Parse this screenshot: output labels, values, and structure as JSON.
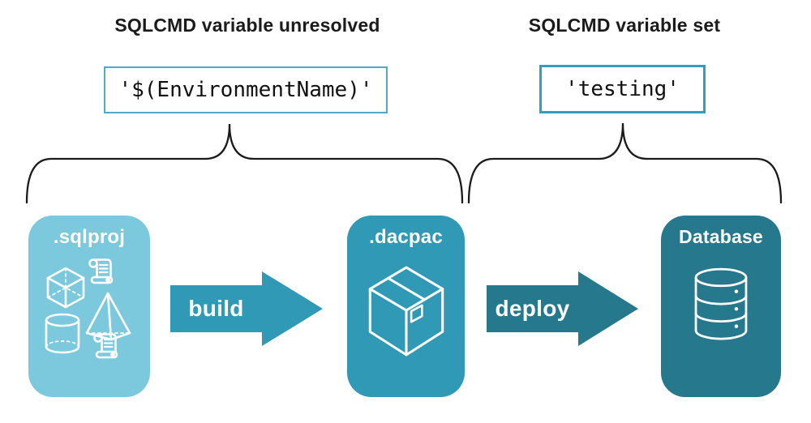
{
  "annotations": {
    "left": {
      "heading": "SQLCMD variable unresolved",
      "code": "'$(EnvironmentName)'"
    },
    "right": {
      "heading": "SQLCMD variable set",
      "code": "'testing'"
    }
  },
  "pipeline": {
    "stages": [
      {
        "label": ".sqlproj",
        "icon": "sql-objects-icon (scroll, cube, pyramid, cylinder, scroll)"
      },
      {
        "label": ".dacpac",
        "icon": "package-box-icon"
      },
      {
        "label": "Database",
        "icon": "database-cylinder-icon"
      }
    ],
    "arrows": [
      {
        "label": "build"
      },
      {
        "label": "deploy"
      }
    ]
  },
  "colors": {
    "card-light": "#7cc9dd",
    "card-mid": "#2f99b6",
    "card-dark": "#26788c",
    "arrow-build": "#2f99b6",
    "arrow-deploy": "#26788c",
    "codebox-border-left": "#54aac6",
    "codebox-border-right": "#2f9fbe",
    "brace-stroke": "#1b1b1b",
    "heading-text": "#1b1b1b",
    "code-text": "#111111",
    "card-text": "#ffffff"
  }
}
